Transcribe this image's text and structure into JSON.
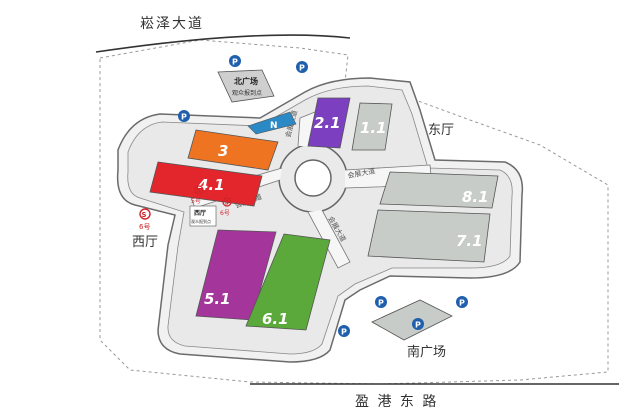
{
  "roads": {
    "north": "崧泽大道",
    "south": "盈 港 东 路",
    "ring_ne": "会展大道",
    "ring_w": "会展大道",
    "ring_s": "会展大道",
    "ring_n": "会展大道"
  },
  "areas": {
    "north_plaza": "北广场",
    "north_plaza_sub": "观众报到点",
    "east_hall": "东厅",
    "west_hall": "西厅",
    "west_hall_box": "西厅",
    "west_hall_box_sub": "观众报到点",
    "south_plaza": "南广场"
  },
  "halls": [
    {
      "id": "2.1",
      "color": "#7b3fbf"
    },
    {
      "id": "1.1",
      "color": "#c8ccc8"
    },
    {
      "id": "3",
      "color": "#ef7422"
    },
    {
      "id": "4.1",
      "color": "#e2262b"
    },
    {
      "id": "8.1",
      "color": "#c8ccc8"
    },
    {
      "id": "7.1",
      "color": "#c8ccc8"
    },
    {
      "id": "5.1",
      "color": "#a4359b"
    },
    {
      "id": "6.1",
      "color": "#5aa93a"
    }
  ],
  "north_strip": "N",
  "parking_symbol": "P",
  "metro": {
    "symbol": "S",
    "line_5": "5号",
    "line_6": "6号",
    "line_6b": "6号"
  },
  "colors": {
    "parking": "#1f5fad",
    "metro": "#d2232a",
    "north_strip": "#2b8ac6",
    "building_outline": "#6b6b6b"
  }
}
